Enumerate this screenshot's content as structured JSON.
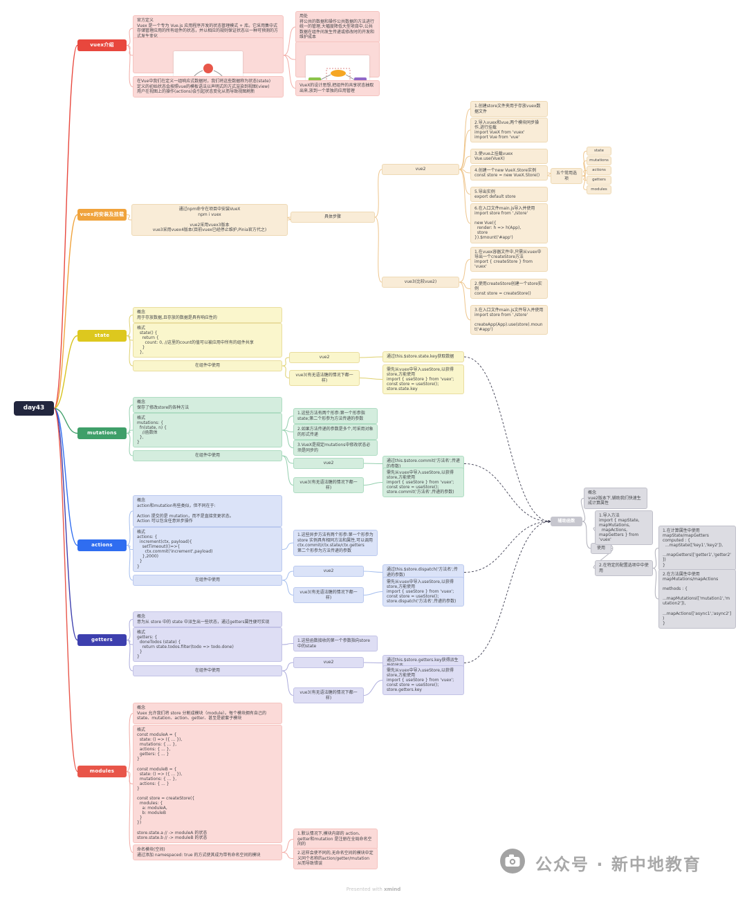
{
  "root": {
    "label": "day43"
  },
  "intro": {
    "label": "vuex介绍",
    "definition": "官方定义\nVuex 是一个专为 Vue.js 应用程序开发的状态管理模式 + 库。它采用集中式存储管理应用的所有组件的状态，并以相应的规则保证状态以一种可预测的方式发生变化",
    "render_note": "在Vue中我们在定义一组响应式数据时，我们将这些数据称为状态(state)\n定义的初始状态会按照vue的模板语法以声明式的方式渲染到视图(view)\n用户在视图上的操作(actions)会引起状态变化从而导致视图刷新",
    "usage": "用处\n将公共的数据和操作公共数据的方法进行统一的管理,大幅度降低大型项目中,公共数据在组件间发生传递或修改时的开发和维护成本",
    "design_idea": "VueX的设计思想,把组件的共享状态抽取出来,放到一个单独的应用管理"
  },
  "install": {
    "label": "vuex的安装及挂载",
    "npm": "通过npm命令在项目中安装VueX\nnpm i vuex\n\nvue2采用vuex3版本\nvue3采用vuex4版本(目前vuex已经停止维护,Pinia官方代之)",
    "steps_label": "具体步骤",
    "five_label": "五个常用选项",
    "options": [
      "state",
      "mutations",
      "actions",
      "getters",
      "modules"
    ],
    "vue2": {
      "label": "vue2",
      "steps": [
        "1.创建store文件夹用于存放vuex数据文件",
        "2.导入vuex和vue,两个模块同步操作,进行挂载\nimport VueX from 'vuex'\nimport Vue from 'vue'",
        "3.使vue上挂载vuex\nVue.use(VueX)",
        "4.创建一个new VueX.Store实例\nconst store = new VueX.Store()",
        "5.导出实例\nexport default store",
        "6.在入口文件main.js导入并使用\nimport store from './store'\n\nnew Vue({\n  render: h => h(App),\n  store\n}).$mount('#app')"
      ]
    },
    "vue3": {
      "label": "vue3(比较vue2)",
      "steps": [
        "1.在vuex容器文件中,只需从vuex中导出一个createStore方法\nimport { createStore } from 'vuex'",
        "2.使用createStore创建一个store实例\nconst store = createStore()",
        "3.在入口文件main.js文件导入并使用\nimport store from './store'\n\ncreateApp(App).use(store).mount('#app')"
      ]
    }
  },
  "state": {
    "label": "state",
    "concept": "概念\n用于存放数据,且存放的数据是具有响应性的",
    "format": "格式\n  state() {\n    return {\n      count: 0, //这里的count的值可以被应用中所有的组件共享\n    }\n  },",
    "use_label": "在组件中使用",
    "vue2_label": "vue2",
    "vue2_way": "通过this.$store.state.key获取数据",
    "vue3_label": "vue3(有无语法糖的情况下都一样)",
    "vue3_way": "需先从vuex中导入useStore,以获得store,方能使用\nimport { useStore } from 'vuex';\nconst store = useStore();\nstore.state.key"
  },
  "mutations": {
    "label": "mutations",
    "concept": "概念\n保存了修改store的各种方法",
    "format": "格式\nmutations: {\n  fn(state, n) {\n    //函数体\n  },\n}",
    "notes": [
      "1.这些方法有两个形参:第一个形参指state;第二个形参为方法传递的参数",
      "2.如果方法传递的参数是多个,可采用对象的形式传递",
      "3.VueX是规定mutations中修改状态必须是同步的"
    ],
    "use_label": "在组件中使用",
    "vue2_label": "vue2",
    "vue2_way": "通过this.$store.commit('方法名',传递的参数)",
    "vue3_label": "vue3(有无语法糖的情况下都一样)",
    "vue3_way": "需先从vuex中导入useStore,以获得store,方能使用\nimport { useStore } from 'vuex';\nconst store = useStore();\nstore.commit('方法名',传递的参数)"
  },
  "actions": {
    "label": "actions",
    "concept": "概念\naction和mutation有些类似，但不同在于:\n\nAction 提交的是 mutation，而不是直接变更状态。\nAction 可以包含任意异步操作",
    "format": "格式\nactions: {\n  increment(ctx, payload){\n    setTimeout(()=>{\n      ctx.commit('increment',payload)\n    },2000)\n  }\n}",
    "note": "1.这些异步方法有两个形参:第一个形参为 store 实例具有相同方法和属性,可以调用\nctx.commit/ctx.state/ctx.getters\n第二个形参为方法传递的参数",
    "use_label": "在组件中使用",
    "vue2_label": "vue2",
    "vue2_way": "通过this.$store.dispatch('方法名',传递的参数)",
    "vue3_label": "vue3(有无语法糖的情况下都一样)",
    "vue3_way": "需先从vuex中导入useStore,以获得store,方能使用\nimport { useStore } from 'vuex';\nconst store = useStore();\nstore.dispatch('方法名',传递的参数)"
  },
  "getters": {
    "label": "getters",
    "concept": "概念\n意为从 store 中的 state 中派生出一些状态，通过getters属性便可实现",
    "format": "格式\ngetters: {\n  doneTodos (state) {\n    return state.todos.filter(todo => todo.done)\n  }\n}",
    "note": "1.这些函数接收的第一个参数指向store中的state",
    "use_label": "在组件中使用",
    "vue2_label": "vue2",
    "vue2_way": "通过this.$store.getters.key获得派生后的状态",
    "vue3_label": "vue3(有无语法糖的情况下都一样)",
    "vue3_way": "需先从vuex中导入useStore,以获得store,方能使用\nimport { useStore } from 'vuex';\nconst store = useStore();\nstore.getters.key"
  },
  "modules": {
    "label": "modules",
    "concept": "概念\nVuex 允许我们将 store 分割成模块（module）。每个模块拥有自己的 state、mutation、action、getter、甚至是嵌套子模块",
    "format": "格式\nconst moduleA = {\n  state: () => ({ ... }),\n  mutations: { ... },\n  actions: { ... },\n  getters: { ... }\n}\n\nconst moduleB = {\n  state: () => ({ ... }),\n  mutations: { ... },\n  actions: { ... }\n}\n\nconst store = createStore({\n  modules: {\n    a: moduleA,\n    b: moduleB\n  }\n})\n\nstore.state.a // -> moduleA 的状态\nstore.state.b // -> moduleB 的状态",
    "named": "命名模块(空间)\n通过添加 namespaced: true 的方式使其成为带有命名空间的模块",
    "notes": [
      "1.默认情况下,模块内部的 action、getter和mutation 是注册在全局命名空间的",
      "2.这样会使不同的,无命名空间的模块中定义同个名称的action/getter/mutation 从而导致错误"
    ]
  },
  "helper": {
    "label": "辅助函数",
    "concept": "概念\nvue2版本下,辅助我们快速生成计算属性",
    "use_label": "使用",
    "import_method": "1.导入方法\nimport { mapState, mapMutations,\n  mapActions, mapGetters } from 'vuex'",
    "config_label": "2.在特定的配置选项中中使用",
    "computed": "1.在计算属性中使用mapState/mapGetters\ncomputed : {\n  ...mapState(['key1','key2']),\n  ...mapGetters(['getter1','getter2'])\n}",
    "methods": "2.在方法属性中使用mapMutations/mapActions\n\nmethods : {\n  ...mapMutations(['mutation1','mutation2']),\n  ...mapActions(['async1','async2'])\n}"
  },
  "palette": {
    "intro": "#e8473d",
    "install": "#f0a33c",
    "state": "#ddc81e",
    "mutations": "#3f9f69",
    "actions": "#2f6df0",
    "getters": "#3d3fae",
    "modules": "#e85549",
    "helper": "#c6c6ce"
  },
  "watermark": {
    "text": "公众号 · 新中地教育"
  },
  "footer": {
    "prefix": "Presented with",
    "brand": "xmind"
  }
}
